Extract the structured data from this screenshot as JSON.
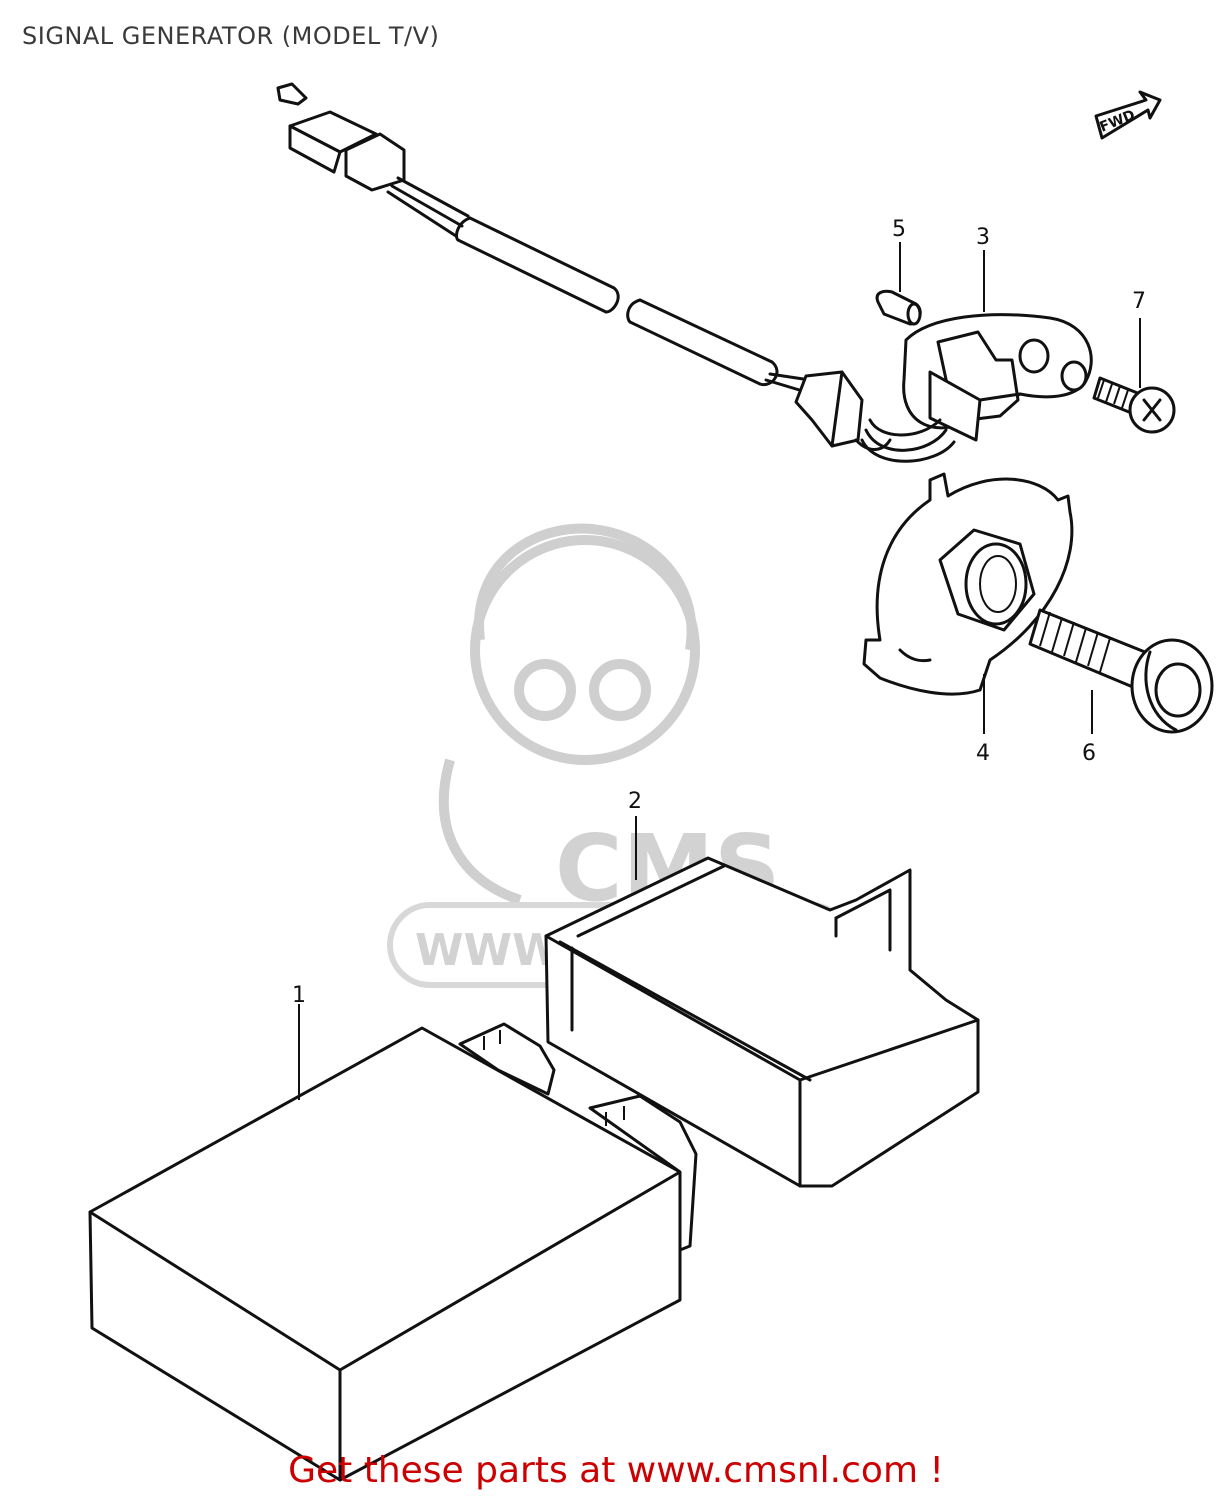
{
  "title": "SIGNAL GENERATOR (MODEL T/V)",
  "footer": "Get these parts at www.cmsnl.com !",
  "direction_marker": "FWD",
  "watermark": {
    "logo_text": "CMS",
    "url_text": "WWW.CMSNL.COM"
  },
  "callouts": [
    {
      "id": "1",
      "label": "1"
    },
    {
      "id": "2",
      "label": "2"
    },
    {
      "id": "3",
      "label": "3"
    },
    {
      "id": "4",
      "label": "4"
    },
    {
      "id": "5",
      "label": "5"
    },
    {
      "id": "6",
      "label": "6"
    },
    {
      "id": "7",
      "label": "7"
    }
  ],
  "colors": {
    "footer_text": "#cc0000",
    "line_art": "#111111",
    "watermark": "#d2d2d2"
  }
}
